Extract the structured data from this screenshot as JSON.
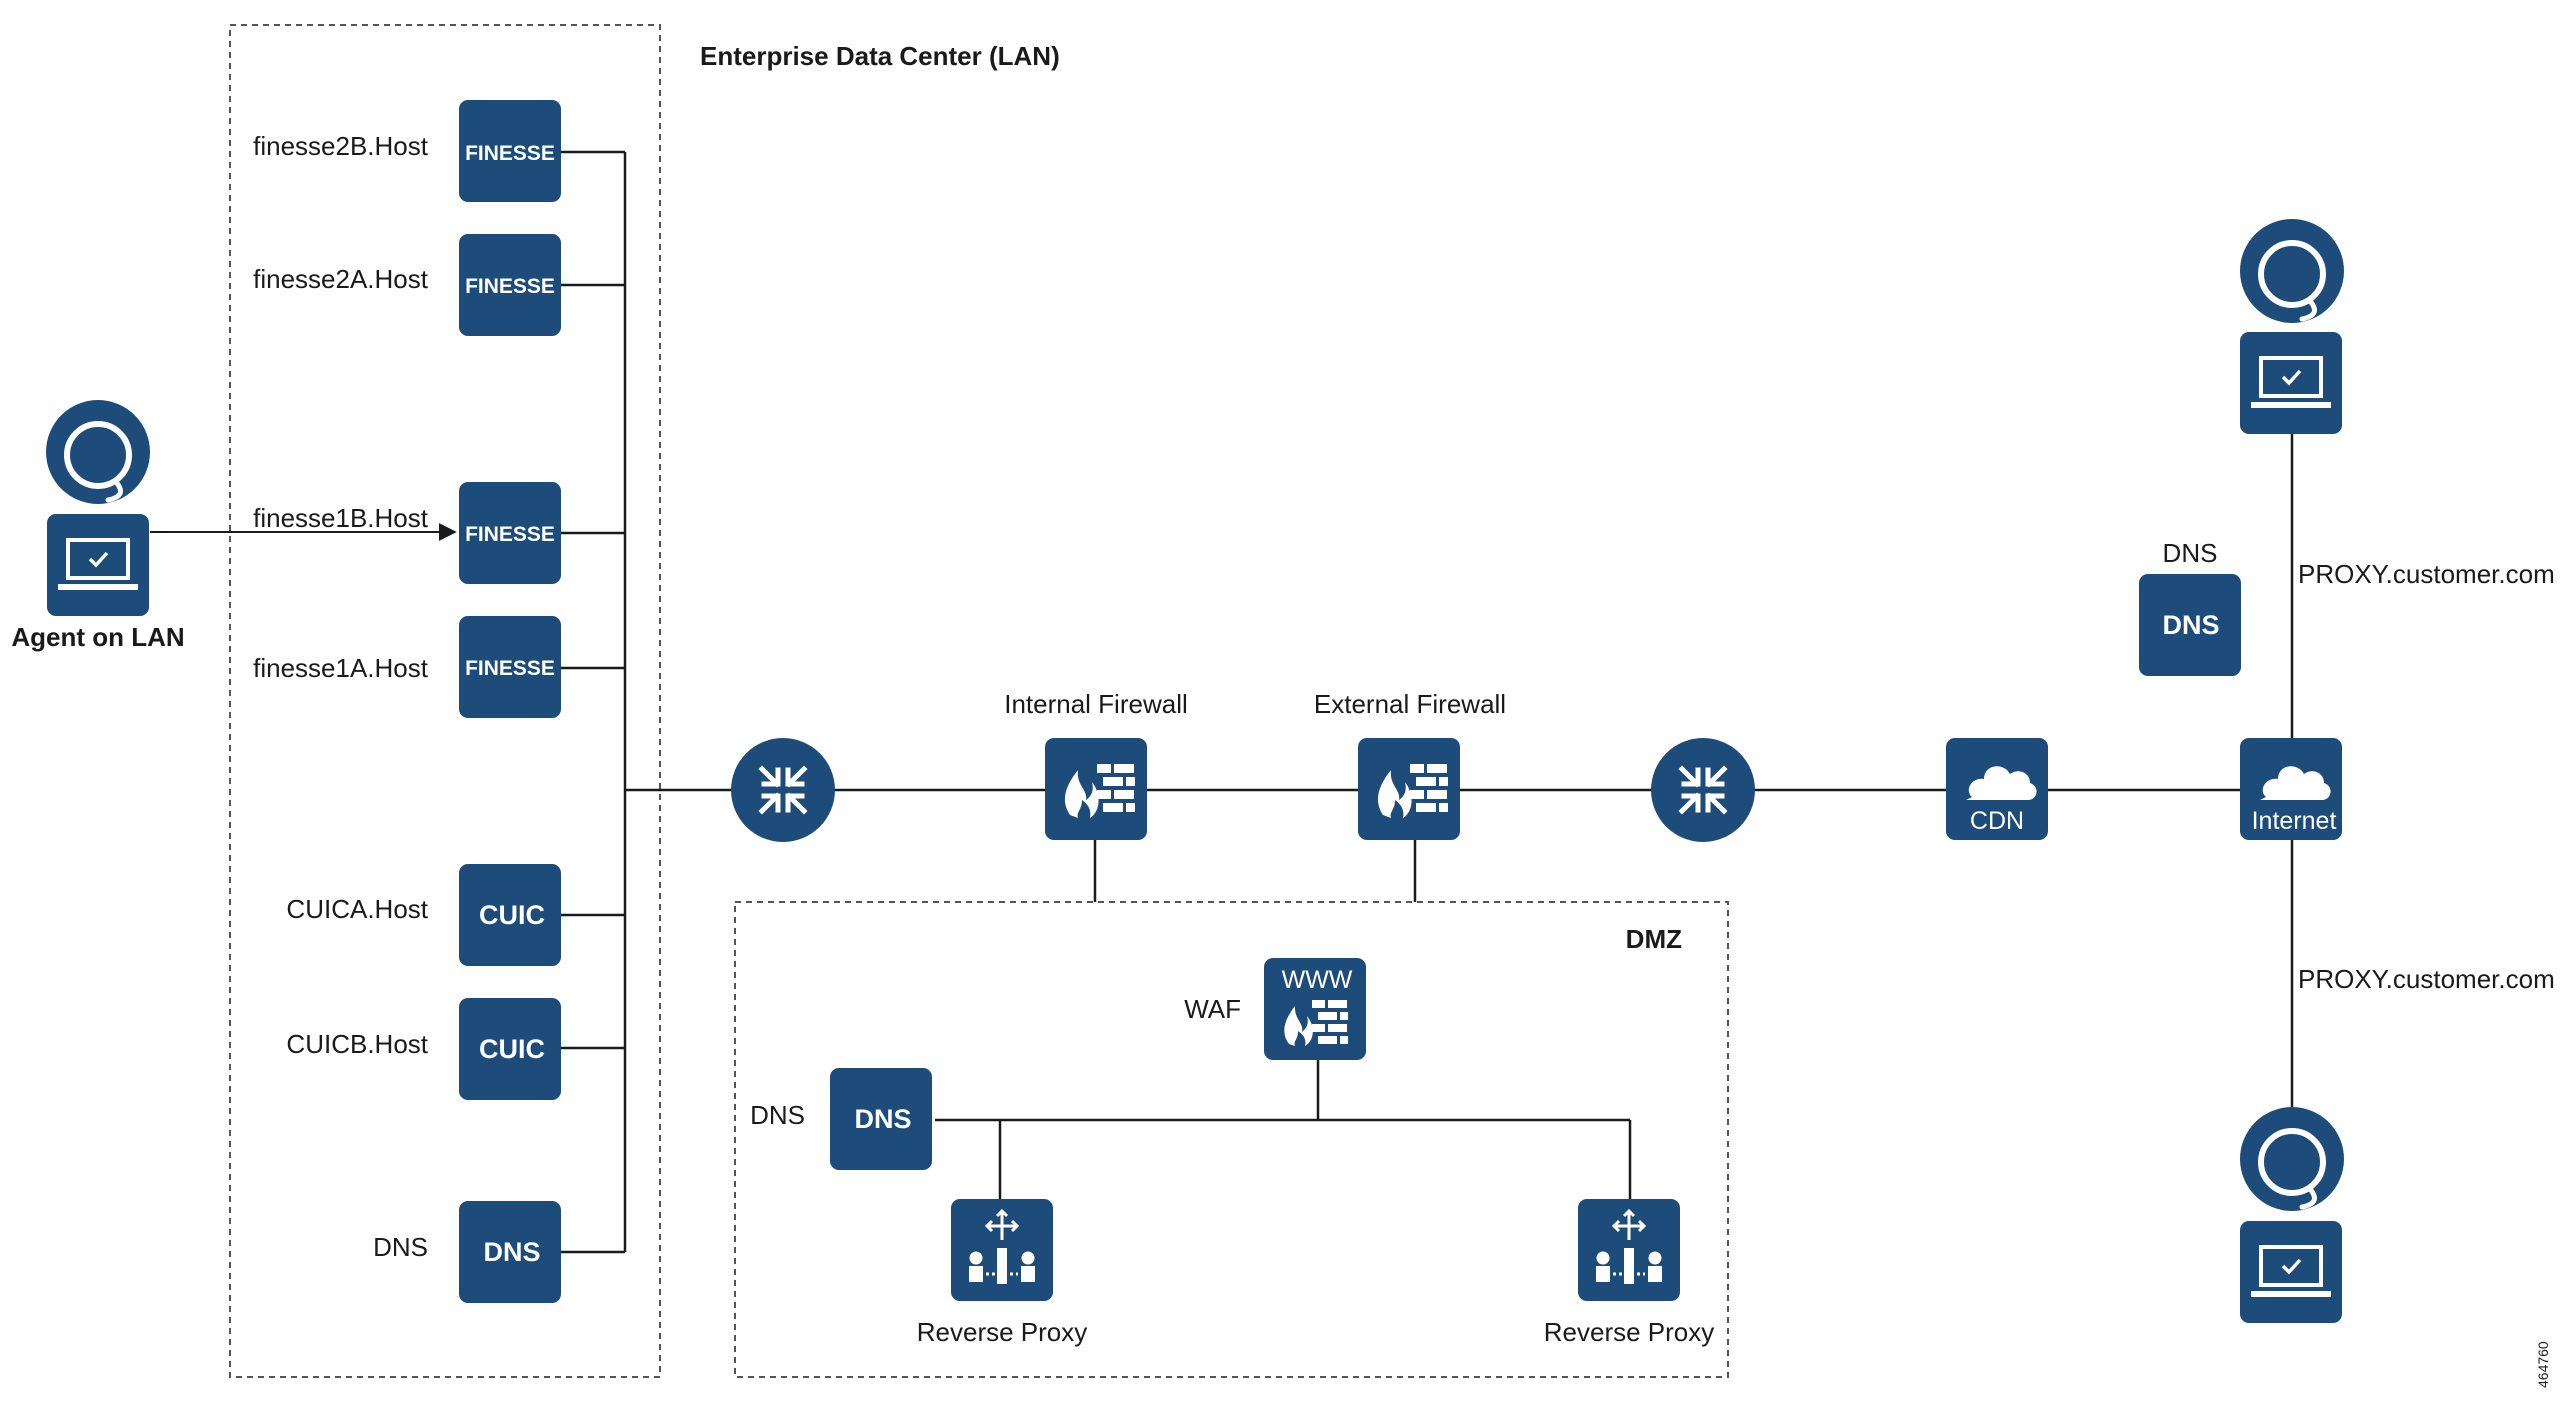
{
  "zones": {
    "lan_title": "Enterprise Data Center (LAN)",
    "dmz_title": "DMZ"
  },
  "agent_lan": {
    "label": "Agent on LAN"
  },
  "hosts": {
    "finesse2b": "finesse2B.Host",
    "finesse2a": "finesse2A.Host",
    "finesse1b": "finesse1B.Host",
    "finesse1a": "finesse1A.Host",
    "cuica": "CUICA.Host",
    "cuicb": "CUICB.Host",
    "dns_lan": "DNS"
  },
  "icon_text": {
    "finesse": "FINESSE",
    "cuic": "CUIC",
    "dns": "DNS",
    "www": "WWW",
    "cdn": "CDN",
    "internet": "Internet"
  },
  "network": {
    "internal_firewall": "Internal Firewall",
    "external_firewall": "External Firewall",
    "dns_external": "DNS"
  },
  "dmz": {
    "waf": "WAF",
    "dns": "DNS",
    "reverse_proxy_left": "Reverse Proxy",
    "reverse_proxy_right": "Reverse Proxy"
  },
  "remote": {
    "proxy_top": "PROXY.customer.com",
    "proxy_bottom": "PROXY.customer.com"
  },
  "figure_id": "464760",
  "colors": {
    "icon_fill": "#1e4c7a",
    "line": "#1a1a1a",
    "zone_border": "#555555"
  }
}
